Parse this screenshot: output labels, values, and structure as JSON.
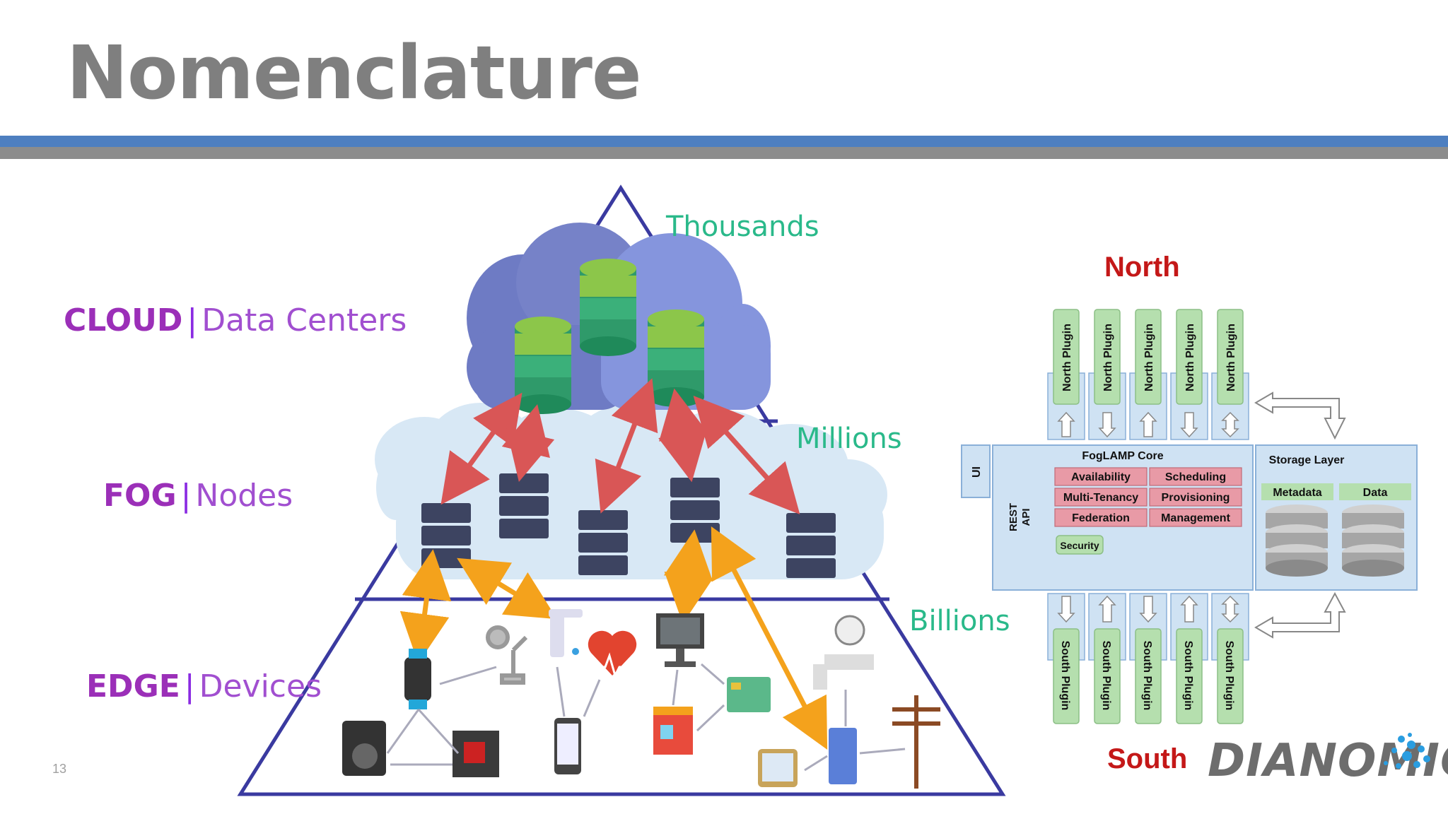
{
  "slide": {
    "title": "Nomenclature",
    "number": "13"
  },
  "pyramid": {
    "tiers": [
      {
        "strong": "CLOUD",
        "sep": "|",
        "light": "Data Centers",
        "count": "Thousands"
      },
      {
        "strong": "FOG",
        "sep": "|",
        "light": "Nodes",
        "count": "Millions"
      },
      {
        "strong": "EDGE",
        "sep": "|",
        "light": "Devices",
        "count": "Billions"
      }
    ]
  },
  "architecture": {
    "north_label": "North",
    "south_label": "South",
    "north_plugins": [
      "North Plugin",
      "North Plugin",
      "North Plugin",
      "North Plugin",
      "North Plugin"
    ],
    "south_plugins": [
      "South Plugin",
      "South Plugin",
      "South Plugin",
      "South Plugin",
      "South Plugin"
    ],
    "ui_label": "UI",
    "rest_api_label_line1": "REST",
    "rest_api_label_line2": "API",
    "core_title": "FogLAMP Core",
    "core_services": [
      "Availability",
      "Scheduling",
      "Multi-Tenancy",
      "Provisioning",
      "Federation",
      "Management"
    ],
    "security_label": "Security",
    "storage_title": "Storage Layer",
    "storage_items": [
      "Metadata",
      "Data"
    ]
  },
  "logo": {
    "text": "DIANOMIC"
  },
  "colors": {
    "accent_blue": "#4e7fc0",
    "title_gray": "#7f7f7f",
    "tier_purple": "#9b2fb8",
    "count_green": "#2ab98a",
    "direction_red": "#c41818",
    "plugin_green": "#b5dfae",
    "core_fill": "#cfe2f3",
    "service_pink": "#e89aa6"
  }
}
